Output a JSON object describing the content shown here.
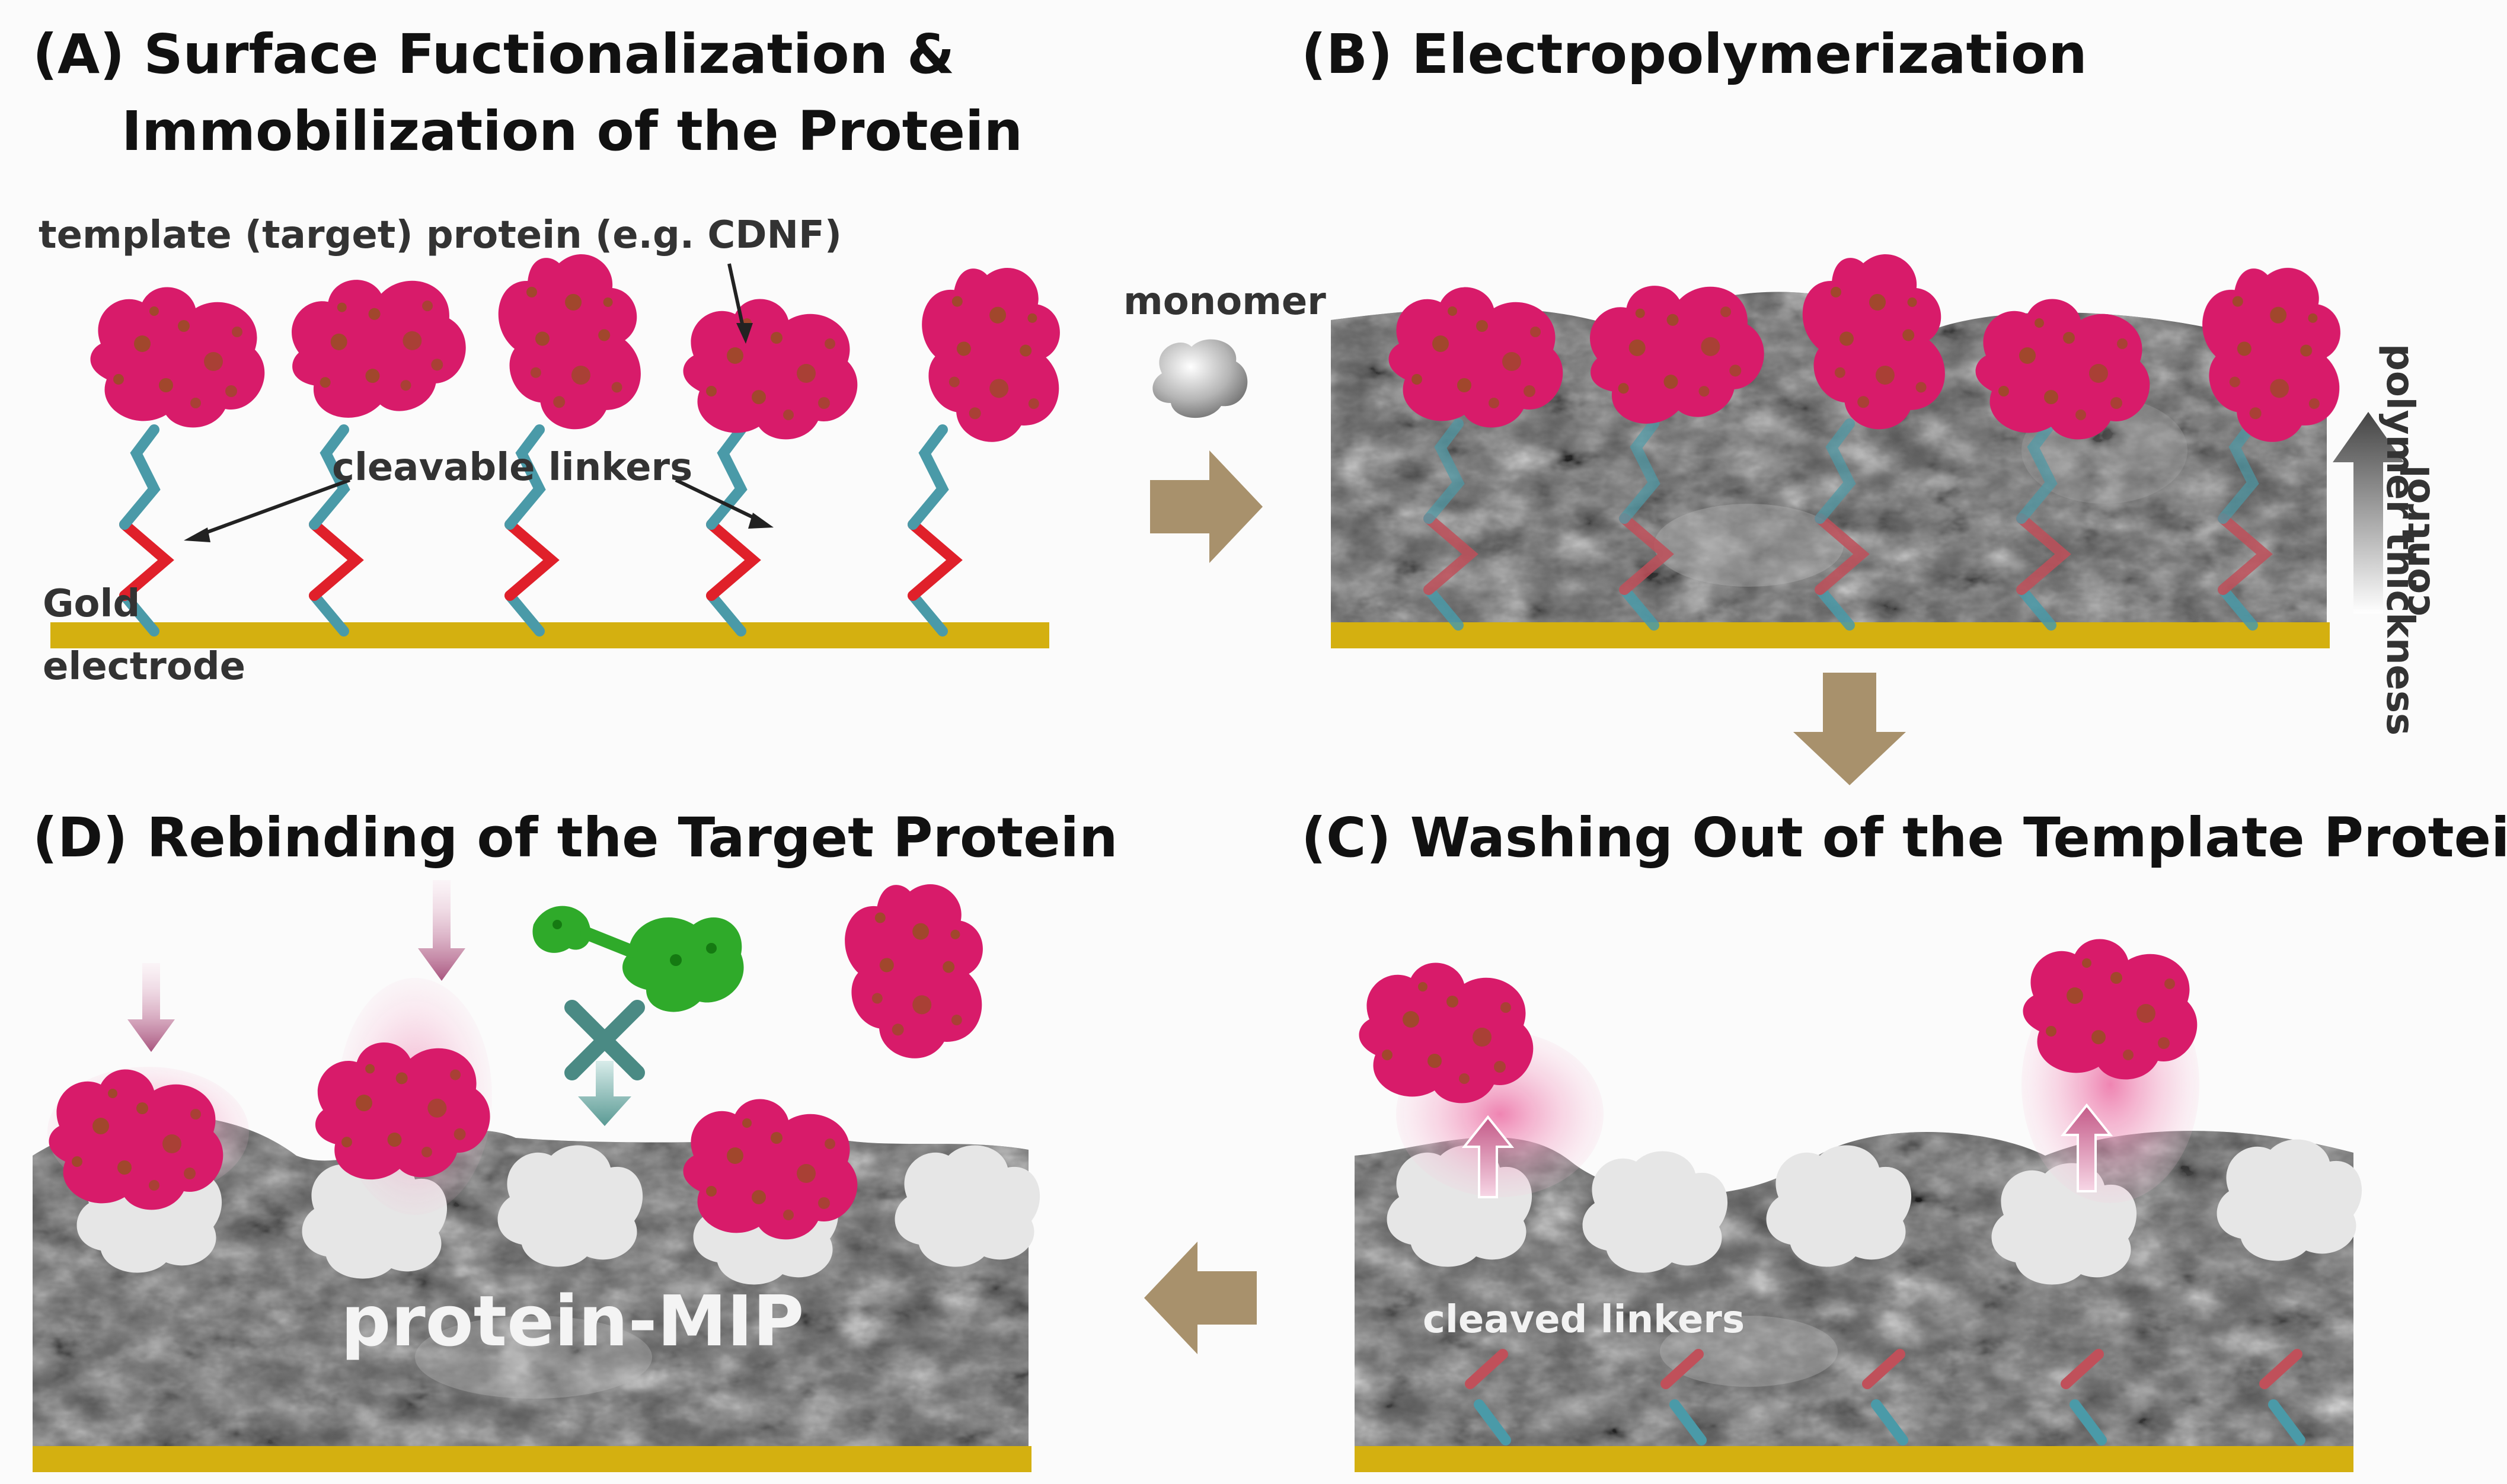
{
  "panels": {
    "a": {
      "title_line1": "(A)  Surface Fuctionalization &",
      "title_line2": "Immobilization of the Protein",
      "template_label": "template (target) protein (e.g. CDNF)",
      "linker_label": "cleavable linkers",
      "electrode_line1": "Gold",
      "electrode_line2": "electrode"
    },
    "b": {
      "title": "(B) Electropolymerization",
      "monomer_label": "monomer",
      "thickness_line1": "polymer thickness",
      "thickness_line2": "control"
    },
    "c": {
      "title": "(C) Washing Out of the Template Protein",
      "cleaved_label": "cleaved linkers"
    },
    "d": {
      "title": "(D) Rebinding  of the Target Protein",
      "mip_label": "protein-MIP"
    }
  },
  "colors": {
    "protein": "#d81b6a",
    "protein_speckle": "#8a5a12",
    "linker_teal": "#4a9aa8",
    "linker_red": "#e0202a",
    "gold": "#d4b010",
    "polymer": "#585858",
    "arrow": "#a8916c",
    "nontarget": "#2faa2a"
  },
  "icons": [
    "monomer-blob-icon",
    "process-arrow-icon",
    "thickness-arrow-icon",
    "reject-cross-icon"
  ]
}
